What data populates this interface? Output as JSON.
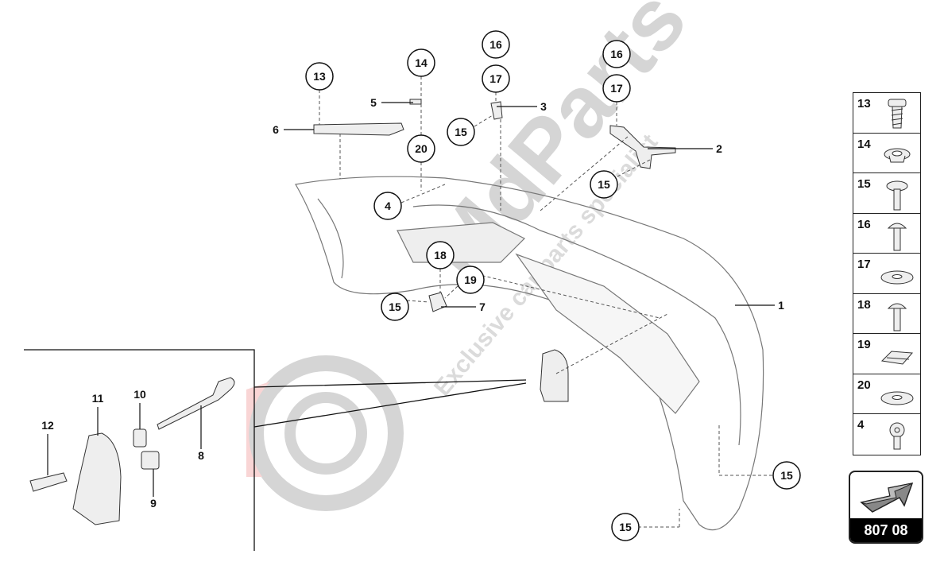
{
  "diagram": {
    "callouts_circled": [
      "13",
      "14",
      "16",
      "17",
      "16",
      "17",
      "15",
      "20",
      "4",
      "15",
      "18",
      "19",
      "15",
      "15",
      "15"
    ],
    "part_labels": [
      "5",
      "6",
      "3",
      "2",
      "7",
      "1",
      "11",
      "10",
      "12",
      "8",
      "9"
    ]
  },
  "legend": {
    "items": [
      {
        "number": "13",
        "icon": "self-tapping-screw-icon"
      },
      {
        "number": "14",
        "icon": "flange-nut-icon"
      },
      {
        "number": "15",
        "icon": "flange-bolt-icon"
      },
      {
        "number": "16",
        "icon": "bolt-icon"
      },
      {
        "number": "17",
        "icon": "washer-icon"
      },
      {
        "number": "18",
        "icon": "bolt-icon"
      },
      {
        "number": "19",
        "icon": "clip-nut-icon"
      },
      {
        "number": "20",
        "icon": "washer-icon"
      },
      {
        "number": "4",
        "icon": "torx-screw-icon"
      }
    ]
  },
  "reference": {
    "code": "807 08",
    "icon": "arrow-icon"
  },
  "watermark": {
    "brand": "MdParts",
    "tagline": "Exclusive car parts specialist"
  }
}
